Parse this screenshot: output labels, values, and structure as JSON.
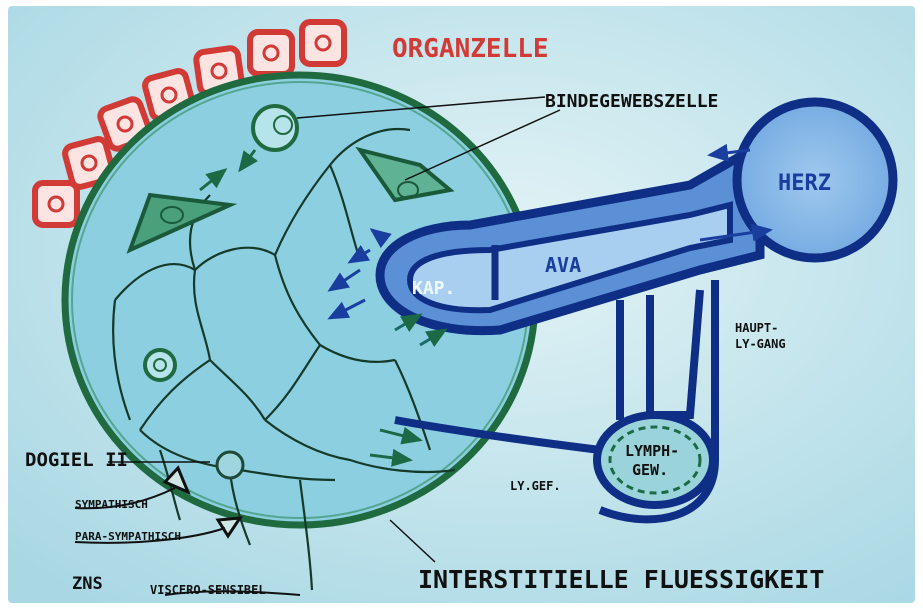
{
  "labels": {
    "organzelle": "ORGANZELLE",
    "bindegewebszelle": "BINDEGEWEBSZELLE",
    "herz": "HERZ",
    "kap": "KAP.",
    "ava": "AVA",
    "haupt_ly_gang_line1": "HAUPT-",
    "haupt_ly_gang_line2": "LY-GANG",
    "lymph_line1": "LYMPH-",
    "lymph_line2": "GEW.",
    "ly_gef": "LY.GEF.",
    "dogiel": "DOGIEL II",
    "sympathisch": "SYMPATHISCH",
    "para_sympathisch": "PARA-SYMPATHISCH",
    "zns": "ZNS",
    "visceero_sensibel": "VISCERO-SENSIBEL",
    "interstitielle": "INTERSTITIELLE FLUESSIGKEIT"
  },
  "colors": {
    "paper": "#cfeaf0",
    "organ_cell": "#d23a36",
    "interstitial_fill": "#8ccfe0",
    "outline_green": "#1f6b3f",
    "vessel_blue": "#0f2f86",
    "vessel_fill": "#5b8fd6",
    "ink": "#111111"
  }
}
